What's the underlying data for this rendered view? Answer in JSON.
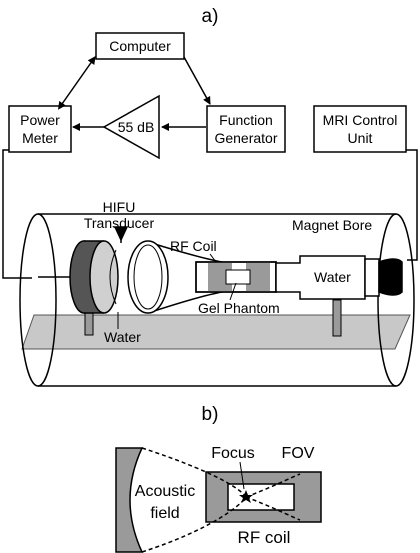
{
  "panel_a": {
    "label": "a)",
    "blocks": {
      "computer": "Computer",
      "power_meter": [
        "Power",
        "Meter"
      ],
      "amplifier": "55 dB",
      "function_generator": [
        "Function",
        "Generator"
      ],
      "mri_control": [
        "MRI Control",
        "Unit"
      ]
    },
    "setup": {
      "hifu_transducer": [
        "HIFU",
        "Transducer"
      ],
      "rf_coil": "RF Coil",
      "magnet_bore": "Magnet Bore",
      "water_syringe": "Water",
      "gel_phantom": "Gel Phantom",
      "water_bath": "Water"
    }
  },
  "panel_b": {
    "label": "b)",
    "focus": "Focus",
    "fov": "FOV",
    "acoustic_field": [
      "Acoustic",
      "field"
    ],
    "rf_coil": "RF coil"
  },
  "colors": {
    "stroke": "#000000",
    "gray_fill": "#9a9a9a",
    "light_gray": "#c8c8c8",
    "dark_gray": "#555555"
  }
}
